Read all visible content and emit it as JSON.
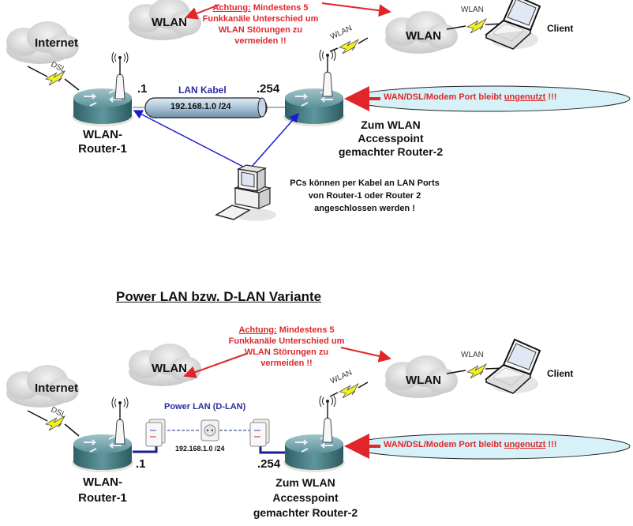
{
  "colors": {
    "warning_red": "#e0262b",
    "cable_blue": "#2b2ba0",
    "router_teal": "#4d8a92",
    "ellipse_fill": "#d6f2f8",
    "cable_fill": "#b8cfe0",
    "lightning_yellow": "#f4f21e",
    "cloud_gray": "#d8d8d8"
  },
  "top_diagram": {
    "internet_cloud": {
      "label": "Internet"
    },
    "dsl_link": {
      "label": "DSL"
    },
    "wlan_cloud_left": {
      "label": "WLAN"
    },
    "wlan_cloud_right": {
      "label": "WLAN"
    },
    "wlan_link_router2": {
      "label": "WLAN"
    },
    "wlan_link_client": {
      "label": "WLAN"
    },
    "client": {
      "label": "Client"
    },
    "warning": {
      "prefix": "Achtung:",
      "line1_rest": " Mindestens 5",
      "line2": "Funkkanäle Unterschied um",
      "line3": "WLAN Störungen zu",
      "line4": "vermeiden !!"
    },
    "router1": {
      "ip_suffix": ".1",
      "label_line1": "WLAN-",
      "label_line2": "Router-1"
    },
    "router2": {
      "ip_suffix": ".254",
      "label_line1": "Zum WLAN",
      "label_line2": "Accesspoint",
      "label_line3": "gemachter Router-2"
    },
    "lan_cable": {
      "label": "LAN Kabel",
      "subnet": "192.168.1.0 /24"
    },
    "wan_note": {
      "text": "WAN/DSL/Modem Port bleibt ",
      "underlined": "ungenutzt",
      "suffix": " !!!"
    },
    "pc_note": {
      "line1": "PCs können per Kabel an LAN Ports",
      "line2": "von Router-1 oder Router 2",
      "line3": "angeschlossen werden !"
    }
  },
  "section_title": "Power LAN bzw. D-LAN Variante",
  "bottom_diagram": {
    "internet_cloud": {
      "label": "Internet"
    },
    "dsl_link": {
      "label": "DSL"
    },
    "wlan_cloud_left": {
      "label": "WLAN"
    },
    "wlan_cloud_right": {
      "label": "WLAN"
    },
    "wlan_link_router2": {
      "label": "WLAN"
    },
    "wlan_link_client": {
      "label": "WLAN"
    },
    "client": {
      "label": "Client"
    },
    "warning": {
      "prefix": "Achtung:",
      "line1_rest": " Mindestens 5",
      "line2": "Funkkanäle Unterschied um",
      "line3": "WLAN Störungen zu",
      "line4": "vermeiden !!"
    },
    "router1": {
      "ip_suffix": ".1",
      "label_line1": "WLAN-",
      "label_line2": "Router-1"
    },
    "router2": {
      "ip_suffix": ".254",
      "label_line1": "Zum WLAN",
      "label_line2": "Accesspoint",
      "label_line3": "gemachter Router-2"
    },
    "power_lan": {
      "label": "Power LAN (D-LAN)",
      "subnet": "192.168.1.0 /24"
    },
    "wan_note": {
      "text": "WAN/DSL/Modem Port bleibt ",
      "underlined": "ungenutzt",
      "suffix": " !!!"
    }
  }
}
